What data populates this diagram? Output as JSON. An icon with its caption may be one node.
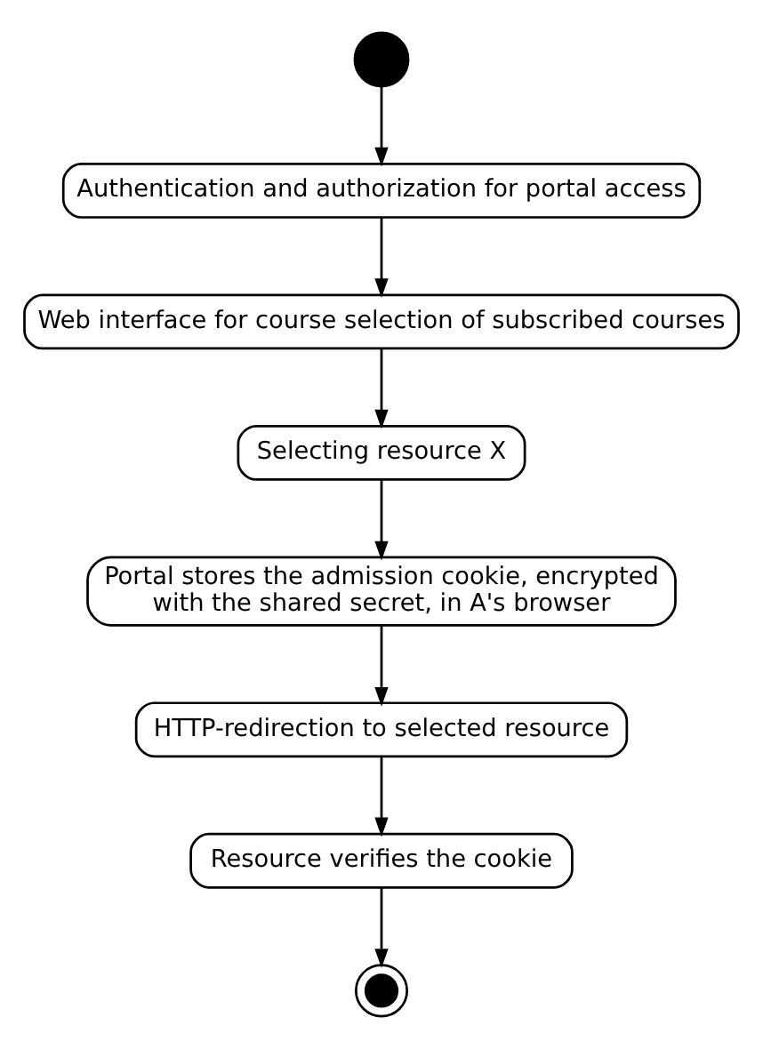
{
  "diagram": {
    "nodes": [
      {
        "text": [],
        "shape": "circle"
      },
      {
        "text": [
          "Authentication and authorization for portal access"
        ]
      },
      {
        "text": [
          "Web interface for course selection of subscribed courses"
        ]
      },
      {
        "text": [
          "Selecting resource X"
        ]
      },
      {
        "text": [
          "Portal stores the admission cookie, encrypted with the shared secret, in A's browser"
        ]
      },
      {
        "text": [
          "HTTP-redirection to selected resource"
        ]
      },
      {
        "text": [
          "Resource verifies the cookie"
        ]
      },
      {
        "text": [],
        "shape": "circle"
      }
    ],
    "edges": [
      {
        "from": 0,
        "to": 1,
        "arrow": "to"
      },
      {
        "from": 1,
        "to": 2,
        "arrow": "to"
      },
      {
        "from": 2,
        "to": 3,
        "arrow": "to"
      },
      {
        "from": 3,
        "to": 4,
        "arrow": "to"
      },
      {
        "from": 4,
        "to": 5,
        "arrow": "to"
      },
      {
        "from": 5,
        "to": 6,
        "arrow": "to"
      },
      {
        "from": 6,
        "to": 7,
        "arrow": "to"
      }
    ]
  }
}
